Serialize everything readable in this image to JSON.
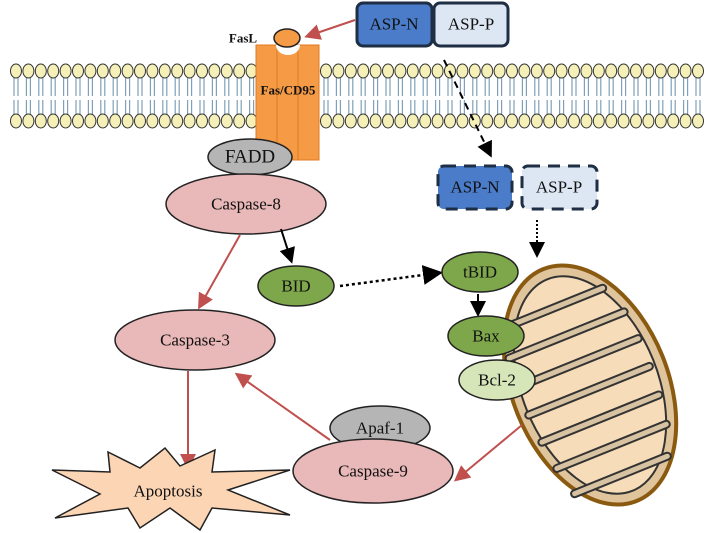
{
  "labels": {
    "fasl": "FasL",
    "fas": "Fas/CD95",
    "asp_n": "ASP-N",
    "asp_p": "ASP-P",
    "fadd": "FADD",
    "caspase8": "Caspase-8",
    "bid": "BID",
    "tbid": "tBID",
    "bax": "Bax",
    "bcl2": "Bcl-2",
    "caspase3": "Caspase-3",
    "apaf1": "Apaf-1",
    "caspase9": "Caspase-9",
    "apoptosis": "Apoptosis"
  },
  "colors": {
    "asp_n": "#4a7cc9",
    "asp_p": "#dde6f3",
    "caspase": "#e9b8b8",
    "green": "#7ea64a",
    "light_green": "#d6e6b8",
    "gray": "#b5b5b5",
    "receptor": "#f59a45",
    "red_arrow": "#c0504d",
    "apoptosis": "#fcd5b4",
    "mitochondrion": "#f1d7b0"
  }
}
